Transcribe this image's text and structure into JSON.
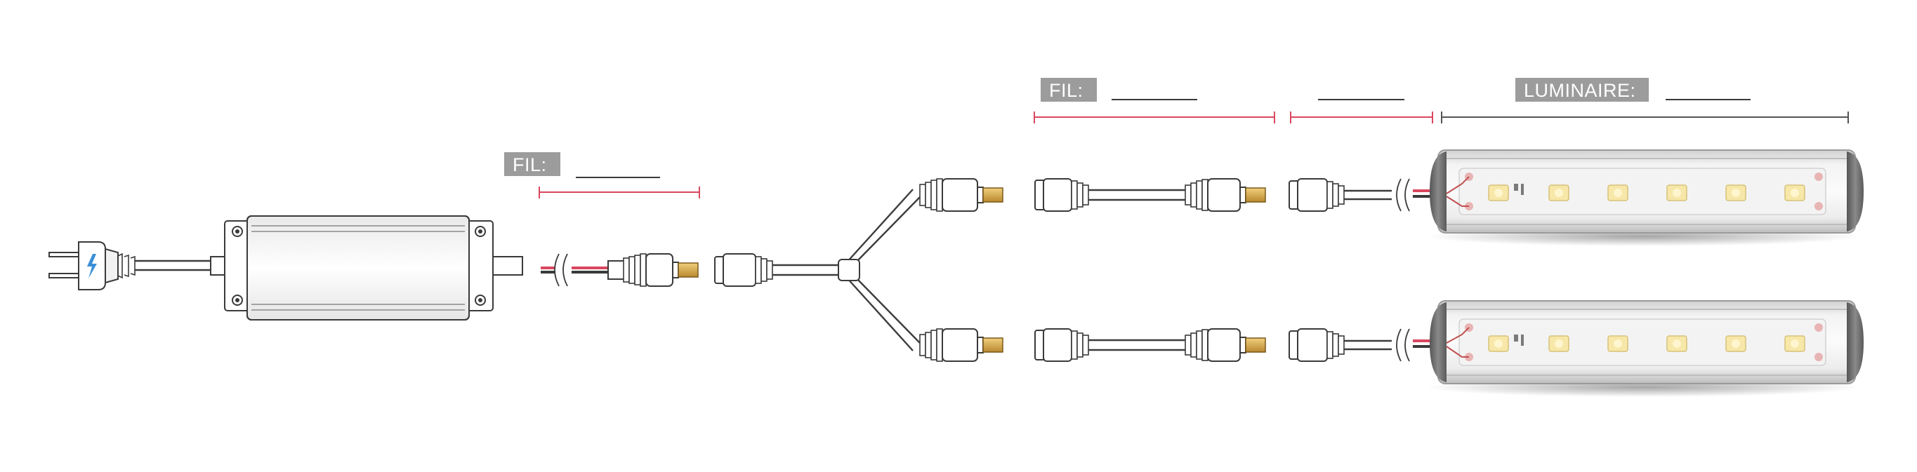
{
  "labels": {
    "wire_input": "FIL:",
    "wire_output": "FIL:",
    "luminaire": "LUMINAIRE:"
  },
  "colors": {
    "label_bg": "#9c9c9c",
    "wire_bracket": "#d9485f",
    "fixture_bracket": "#555555",
    "led_warm": "#f7e7a8",
    "connector_tip": "#d7a64a",
    "bolt_icon": "#3a8fd8"
  },
  "icons": {
    "plug": "plug-icon",
    "power_symbol": "lightning-bolt-icon"
  }
}
